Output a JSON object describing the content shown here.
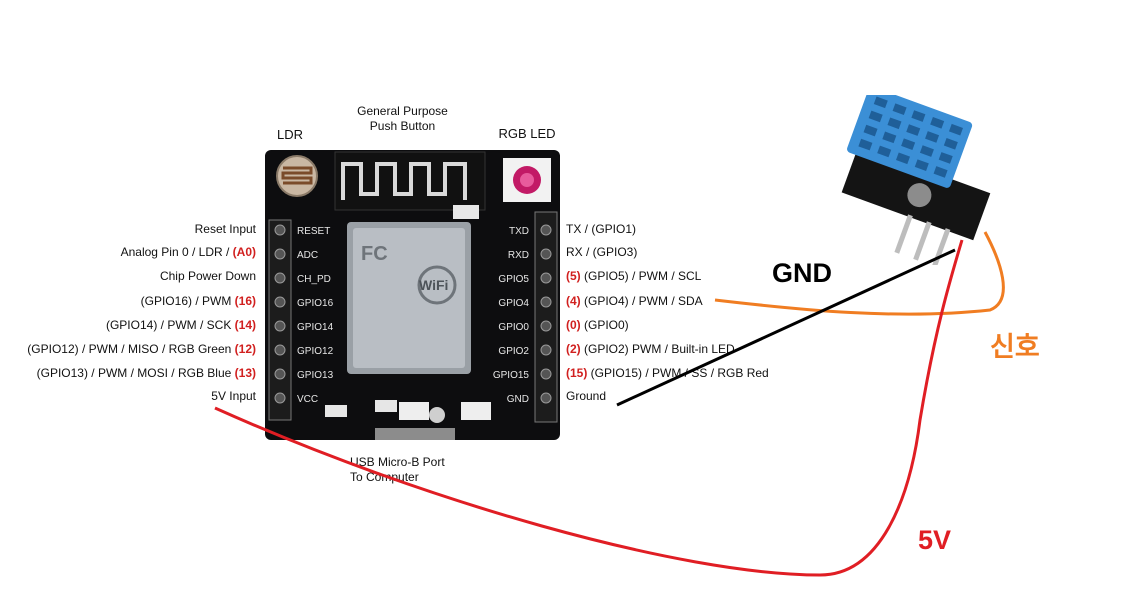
{
  "board": {
    "top": {
      "ldr": "LDR",
      "button_line1": "General Purpose",
      "button_line2": "Push Button",
      "rgb": "RGB LED"
    },
    "left_pins": [
      {
        "text": "Reset Input",
        "num": ""
      },
      {
        "text": "Analog Pin 0 / LDR / ",
        "num": "(A0)"
      },
      {
        "text": "Chip Power Down",
        "num": ""
      },
      {
        "text": "(GPIO16) /  PWM ",
        "num": "(16)"
      },
      {
        "text": "(GPIO14) /  PWM / SCK ",
        "num": "(14)"
      },
      {
        "text": "(GPIO12) / PWM / MISO / RGB Green ",
        "num": "(12)"
      },
      {
        "text": "(GPIO13) / PWM / MOSI / RGB Blue ",
        "num": "(13)"
      },
      {
        "text": "5V Input",
        "num": ""
      }
    ],
    "right_pins": [
      {
        "num": "",
        "text": "TX / (GPIO1)"
      },
      {
        "num": "",
        "text": "RX / (GPIO3)"
      },
      {
        "num": "(5)",
        "text": " (GPIO5) / PWM / SCL"
      },
      {
        "num": "(4)",
        "text": " (GPIO4) / PWM / SDA"
      },
      {
        "num": "(0)",
        "text": " (GPIO0)"
      },
      {
        "num": "(2)",
        "text": " (GPIO2) PWM / Built-in LED"
      },
      {
        "num": "(15)",
        "text": " (GPIO15) / PWM / SS / RGB Red"
      },
      {
        "num": "",
        "text": "Ground"
      }
    ],
    "silk_left": [
      "RESET",
      "ADC",
      "CH_PD",
      "GPIO16",
      "GPIO14",
      "GPIO12",
      "GPIO13",
      "VCC"
    ],
    "silk_right": [
      "TXD",
      "RXD",
      "GPIO5",
      "GPIO4",
      "GPIO0",
      "GPIO2",
      "GPIO15",
      "GND"
    ],
    "usb_line1": "USB Micro-B Port",
    "usb_line2": "To Computer",
    "wifi_text": "WiFi"
  },
  "wires": {
    "gnd": "GND",
    "signal": "신호",
    "vcc": "5V"
  },
  "colors": {
    "signal_wire": "#f07d22",
    "gnd_wire": "#000000",
    "vcc_wire": "#e01e24",
    "sensor_blue": "#3b8fd6",
    "accent_red": "#d1201f"
  }
}
